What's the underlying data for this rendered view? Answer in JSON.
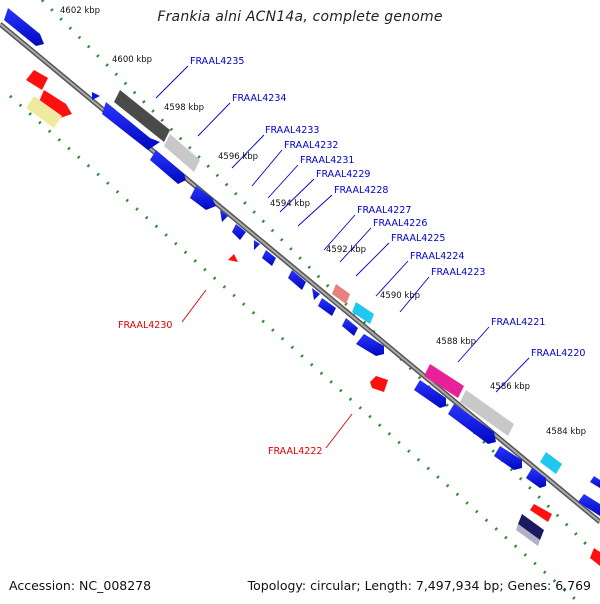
{
  "title": "Frankia alni ACN14a, complete genome",
  "footer": {
    "accession_label": "Accession:",
    "accession": "NC_008278",
    "topology": "Topology: circular; Length: 7,497,934 bp; Genes: 6,769"
  },
  "colors": {
    "backbone": "#8a8a8a",
    "tick": "#2e8b2e",
    "forward_label": "#0000cc",
    "reverse_label": "#dd0000",
    "blue": "#0a14e6",
    "red": "#ff1010"
  },
  "kbp_marks": [
    "4602 kbp",
    "4600 kbp",
    "4598 kbp",
    "4596 kbp",
    "4594 kbp",
    "4592 kbp",
    "4590 kbp",
    "4588 kbp",
    "4586 kbp",
    "4584 kbp"
  ],
  "forward_genes": [
    "FRAAL4235",
    "FRAAL4234",
    "FRAAL4233",
    "FRAAL4232",
    "FRAAL4231",
    "FRAAL4229",
    "FRAAL4228",
    "FRAAL4227",
    "FRAAL4226",
    "FRAAL4225",
    "FRAAL4224",
    "FRAAL4223",
    "FRAAL4221",
    "FRAAL4220"
  ],
  "reverse_genes": [
    "FRAAL4230",
    "FRAAL4222"
  ]
}
